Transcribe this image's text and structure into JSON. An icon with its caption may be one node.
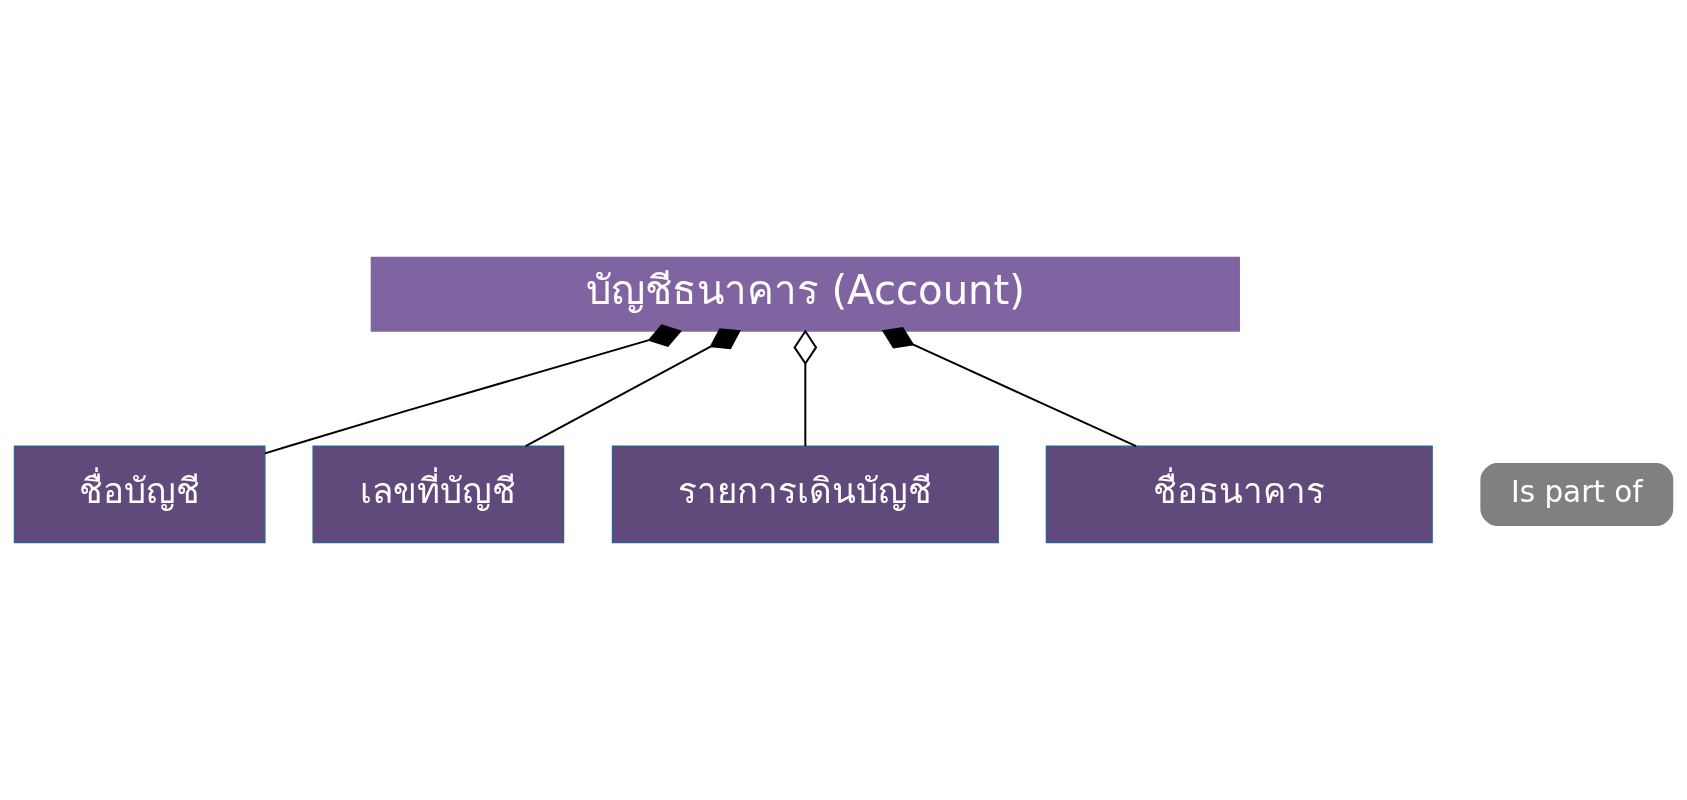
{
  "diagram": {
    "nodes": [
      {
        "text": [
          "บัญชีธนาคาร (Account)"
        ]
      },
      {
        "text": [
          "ชื่อบัญชี"
        ]
      },
      {
        "text": [
          "เลขที่บัญชี"
        ]
      },
      {
        "text": [
          "รายการเดินบัญชี"
        ]
      },
      {
        "text": [
          "ชื่อธนาคาร"
        ]
      },
      {
        "text": [
          "Is part of"
        ]
      }
    ],
    "edges": [
      {
        "from": 1,
        "to": 0,
        "arrow": "other"
      },
      {
        "from": 2,
        "to": 0,
        "arrow": "other"
      },
      {
        "from": 3,
        "to": 0,
        "arrow": "other"
      },
      {
        "from": 4,
        "to": 0,
        "arrow": "other"
      }
    ]
  }
}
